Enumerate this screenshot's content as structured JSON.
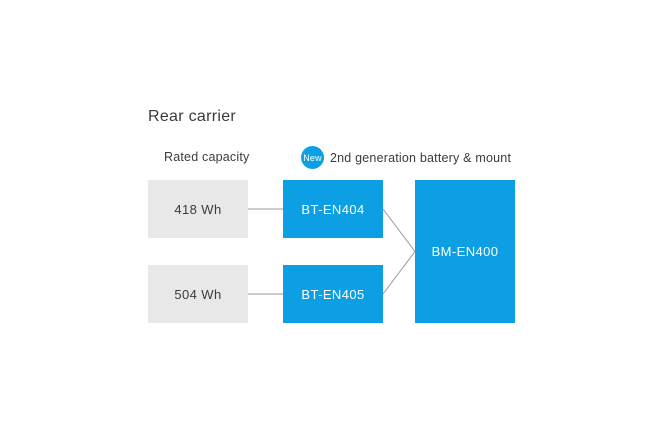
{
  "page": {
    "title": "Rear carrier",
    "rated_capacity_label": "Rated capacity",
    "badge": {
      "label": "New",
      "caption": "2nd generation battery & mount"
    }
  },
  "diagram": {
    "rows": [
      {
        "capacity": "418 Wh",
        "battery": "BT-EN404"
      },
      {
        "capacity": "504 Wh",
        "battery": "BT-EN405"
      }
    ],
    "mount": {
      "label": "BM-EN400"
    }
  },
  "colors": {
    "brand_blue": "#0c9fe3",
    "box_gray": "#e8e8e8",
    "connector_gray": "#999999",
    "text_dark": "#3b3b3b",
    "text_on_blue": "#ffffff"
  }
}
